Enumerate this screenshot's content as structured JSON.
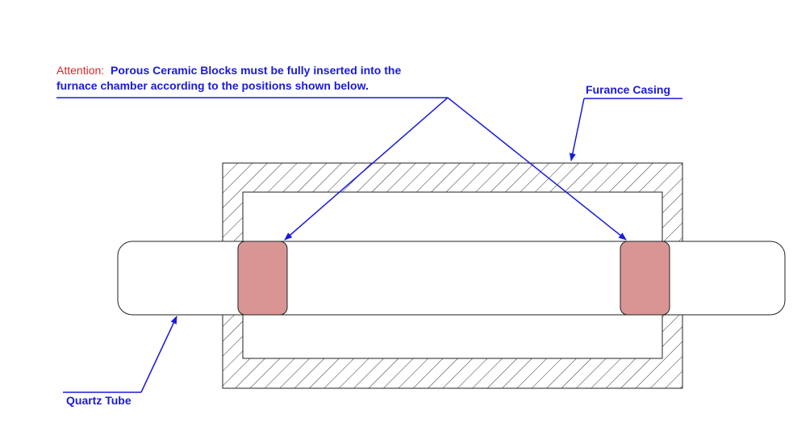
{
  "attention": {
    "prefix": "Attention:",
    "line1": "Porous Ceramic Blocks must be fully inserted into the",
    "line2": "furnace chamber according to the positions shown below."
  },
  "labels": {
    "furnace_casing": "Furance Casing",
    "quartz_tube": "Quartz Tube"
  },
  "colors": {
    "annotation": "#1a1adc",
    "attention": "#d42a2a",
    "block_fill": "#d99594",
    "outline": "#222222",
    "hatch": "#333333"
  }
}
